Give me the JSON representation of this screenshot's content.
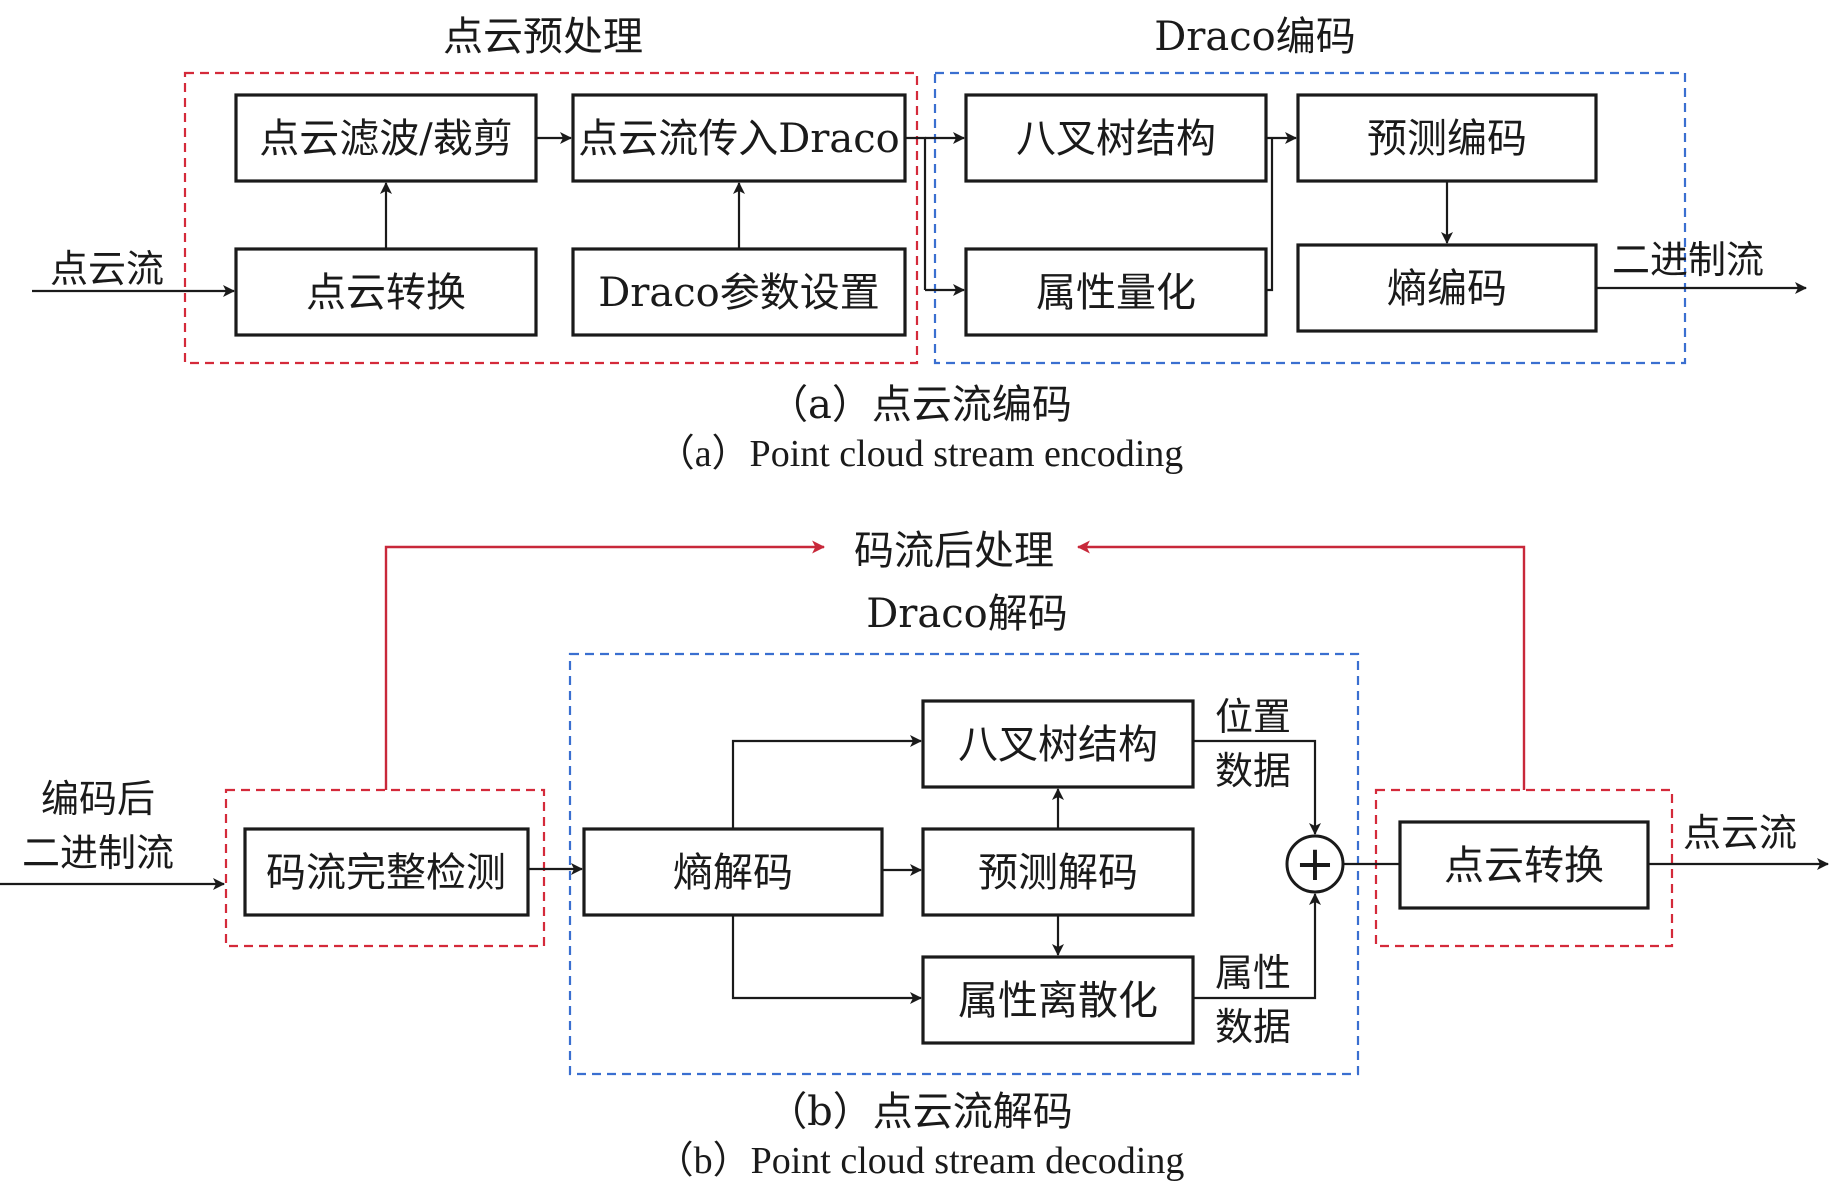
{
  "encoding": {
    "preprocess_title": "点云预处理",
    "draco_title": "Draco编码",
    "input_label": "点云流",
    "output_label": "二进制流",
    "boxes": {
      "filter_crop": "点云滤波/裁剪",
      "stream_into_draco": "点云流传入Draco",
      "convert": "点云转换",
      "draco_params": "Draco参数设置",
      "octree": "八叉树结构",
      "predictive": "预测编码",
      "attr_quant": "属性量化",
      "entropy": "熵编码"
    },
    "caption_cn": "（a）点云流编码",
    "caption_en": "（a）Point cloud stream encoding"
  },
  "decoding": {
    "postprocess_title": "码流后处理",
    "draco_title": "Draco解码",
    "input_label_line1": "编码后",
    "input_label_line2": "二进制流",
    "output_label": "点云流",
    "position_label_line1": "位置",
    "position_label_line2": "数据",
    "attr_label_line1": "属性",
    "attr_label_line2": "数据",
    "sum_symbol": "+",
    "boxes": {
      "integrity": "码流完整检测",
      "entropy_dec": "熵解码",
      "octree": "八叉树结构",
      "predictive_dec": "预测解码",
      "attr_discrete": "属性离散化",
      "convert": "点云转换"
    },
    "caption_cn": "（b）点云流解码",
    "caption_en": "（b）Point cloud stream decoding"
  },
  "colors": {
    "red": "#d42a3a",
    "blue": "#3a6fd0",
    "ink": "#1a1a1a"
  }
}
